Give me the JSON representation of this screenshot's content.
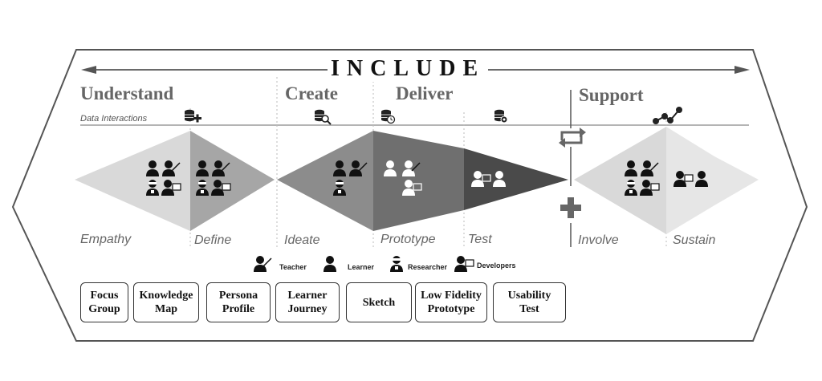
{
  "title": "INCLUDE",
  "phases": {
    "understand": "Understand",
    "create": "Create",
    "deliver": "Deliver",
    "support": "Support"
  },
  "data_interactions_label": "Data Interactions",
  "stages": {
    "empathy": "Empathy",
    "define": "Define",
    "ideate": "Ideate",
    "prototype": "Prototype",
    "test": "Test",
    "involve": "Involve",
    "sustain": "Sustain"
  },
  "legend": {
    "teacher": "Teacher",
    "learner": "Learner",
    "researcher": "Researcher",
    "developers": "Developers"
  },
  "methods": [
    "Focus\nGroup",
    "Knowledge\nMap",
    "Persona\nProfile",
    "Learner\nJourney",
    "Sketch",
    "Low Fidelity\nPrototype",
    "Usability\nTest"
  ],
  "icons": {
    "database_add": "database-add-icon",
    "database_search": "database-search-icon",
    "database_clock": "database-clock-icon",
    "database_settings": "database-settings-icon",
    "network": "network-icon",
    "cycle": "cycle-arrows-icon",
    "plus": "plus-icon"
  },
  "colors": {
    "outline": "#555555",
    "light_diamond": "#d9d9d9",
    "mid_diamond": "#a6a6a6",
    "ideate_fill": "#8c8c8c",
    "prototype_fill": "#6f6f6f",
    "test_fill": "#4a4a4a",
    "phase_text": "#666666"
  }
}
